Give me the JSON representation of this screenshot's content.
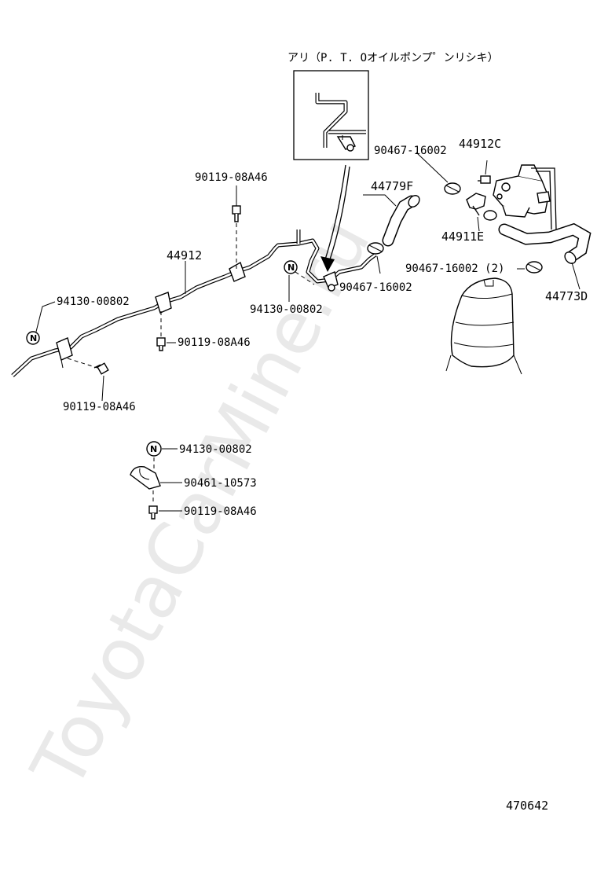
{
  "watermark": "ToyotaCarMine.ru",
  "inset_title": "アリ（P. T. Oオイルポンプ゜ンリシキ）",
  "diagram_number": "470642",
  "n_mark": "N",
  "labels": {
    "p_90119_top": "90119-08A46",
    "p_44912": "44912",
    "p_94130_left": "94130-00802",
    "p_90119_mid": "90119-08A46",
    "p_90119_bottom_left": "90119-08A46",
    "p_94130_center": "94130-00802",
    "p_90467_center": "90467-16002",
    "p_44779F": "44779F",
    "p_90467_top": "90467-16002",
    "p_44912C": "44912C",
    "p_44911E": "44911E",
    "p_90467_right": "90467-16002 (2)",
    "p_44773D": "44773D",
    "p_94130_detail": "94130-00802",
    "p_90461_detail": "90461-10573",
    "p_90119_detail": "90119-08A46"
  }
}
